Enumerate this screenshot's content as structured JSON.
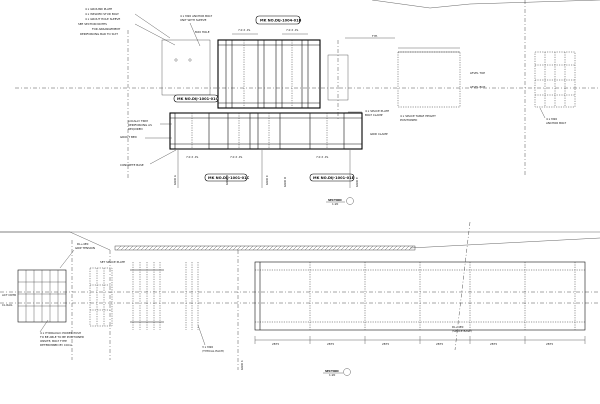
{
  "colors": {
    "ink": "#111111",
    "paper": "#ffffff",
    "hatch": "#333333"
  },
  "top_plan": {
    "callout_labels": [
      "MK NO.DIJ-1004-01B",
      "MK NO.DIJ-1001-01C",
      "MK NO.DIJ-1001-01C",
      "MK NO.DIJ-1001-01E"
    ],
    "dims": [
      "7.0 X .PL",
      "7.0 X .PL",
      "7.0 X .PL",
      "7.0 X .PL",
      "7.0 X .PL"
    ]
  },
  "bottom_plan": {
    "notes": [
      "DL+4E0",
      "SET SPLICE PLATE",
      "4 x HYDRAULIC POWER PUSH",
      "DL+4E0"
    ]
  }
}
